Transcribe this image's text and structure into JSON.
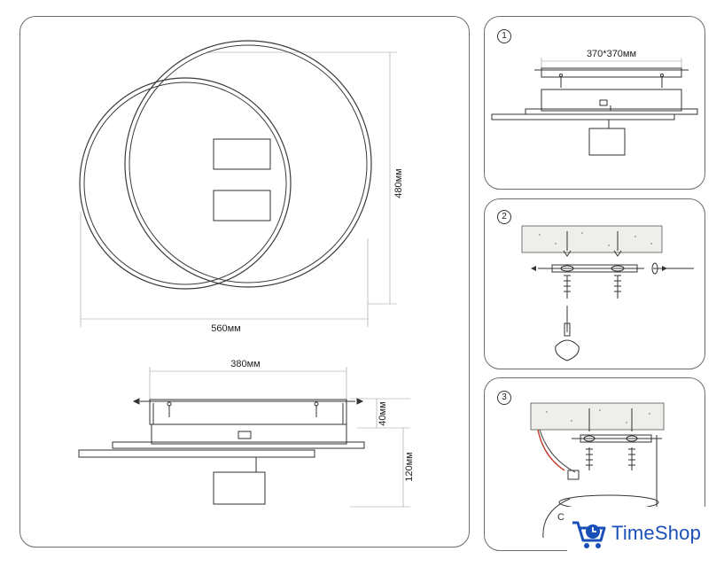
{
  "main_view": {
    "front_width_label": "560мм",
    "front_height_label": "480мм",
    "side_width_label": "380мм",
    "side_base_height_label": "40мм",
    "side_total_height_label": "120мм"
  },
  "step1": {
    "number": "1",
    "mounting_label": "370*370мм"
  },
  "step2": {
    "number": "2"
  },
  "step3": {
    "number": "3",
    "partial_label": "С"
  },
  "watermark": {
    "brand": "TimeShop",
    "brand_color": "#1a4fb8",
    "icon": "cart-clock-icon"
  }
}
